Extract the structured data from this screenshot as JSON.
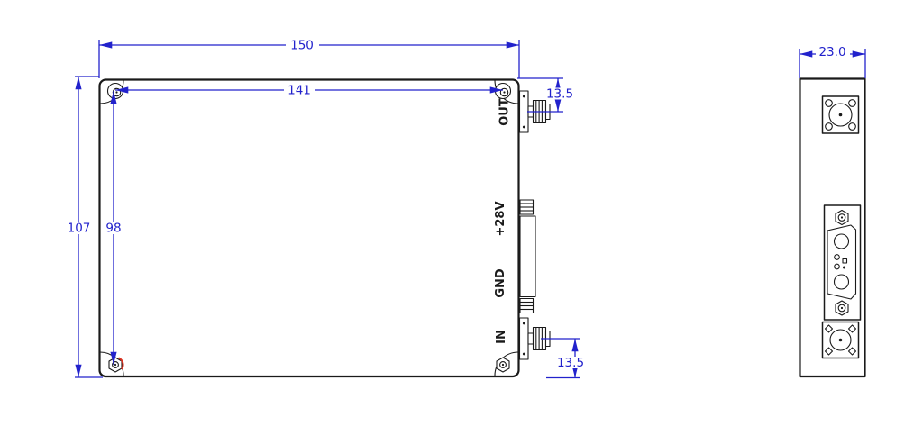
{
  "colors": {
    "outline": "#1a1a1a",
    "dimension": "#2222cc",
    "highlight": "#dd3322",
    "background": "#ffffff"
  },
  "top_view": {
    "labels": {
      "out_port": "OUT",
      "supply": "+28V",
      "ground": "GND",
      "in_port": "IN"
    },
    "dimensions": {
      "overall_width": "150",
      "screw_span_width": "141",
      "overall_height": "107",
      "screw_span_height": "98",
      "out_port_offset": "13.5",
      "in_port_offset": "13.5"
    }
  },
  "side_view": {
    "dimensions": {
      "overall_depth": "23.0"
    }
  }
}
